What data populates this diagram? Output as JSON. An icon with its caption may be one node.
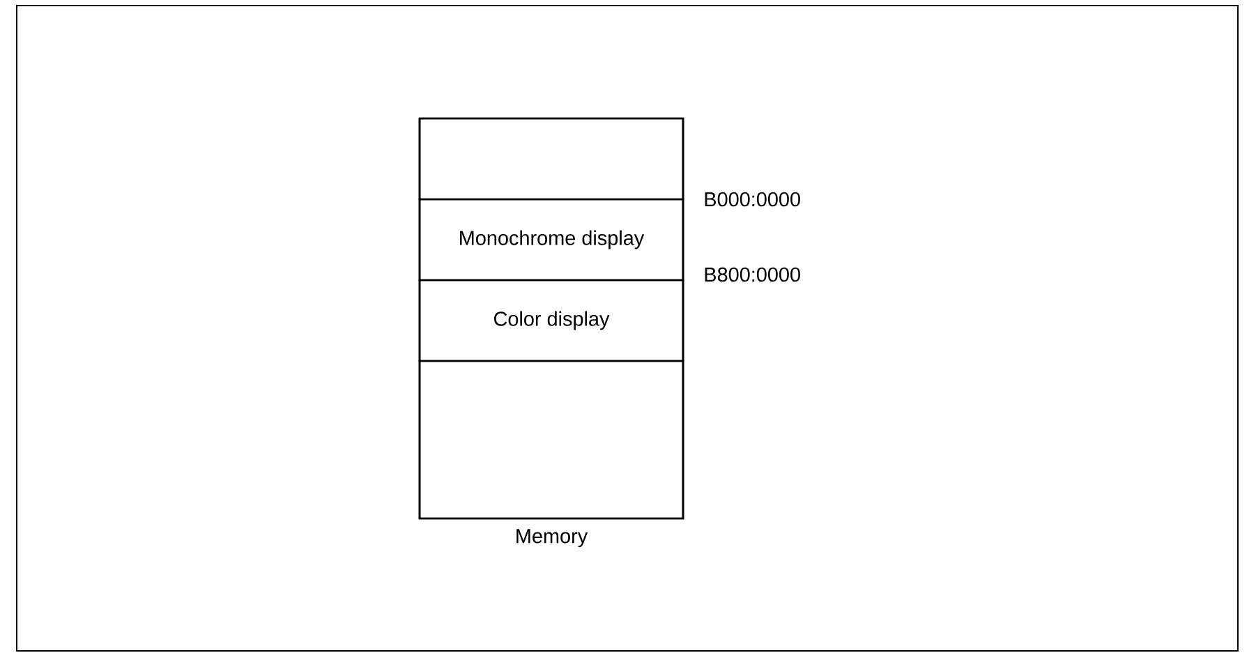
{
  "diagram": {
    "nodes": [
      {
        "text": [
          "Memory"
        ]
      },
      {
        "text": [],
        "shape": "box",
        "in": 0
      },
      {
        "text": [
          "Monochrome display"
        ],
        "in": 0
      },
      {
        "text": [
          "Color display"
        ],
        "in": 0
      },
      {
        "text": [],
        "shape": "box",
        "in": 0
      }
    ],
    "labels": [
      "B000:0000",
      "B800:0000"
    ]
  }
}
